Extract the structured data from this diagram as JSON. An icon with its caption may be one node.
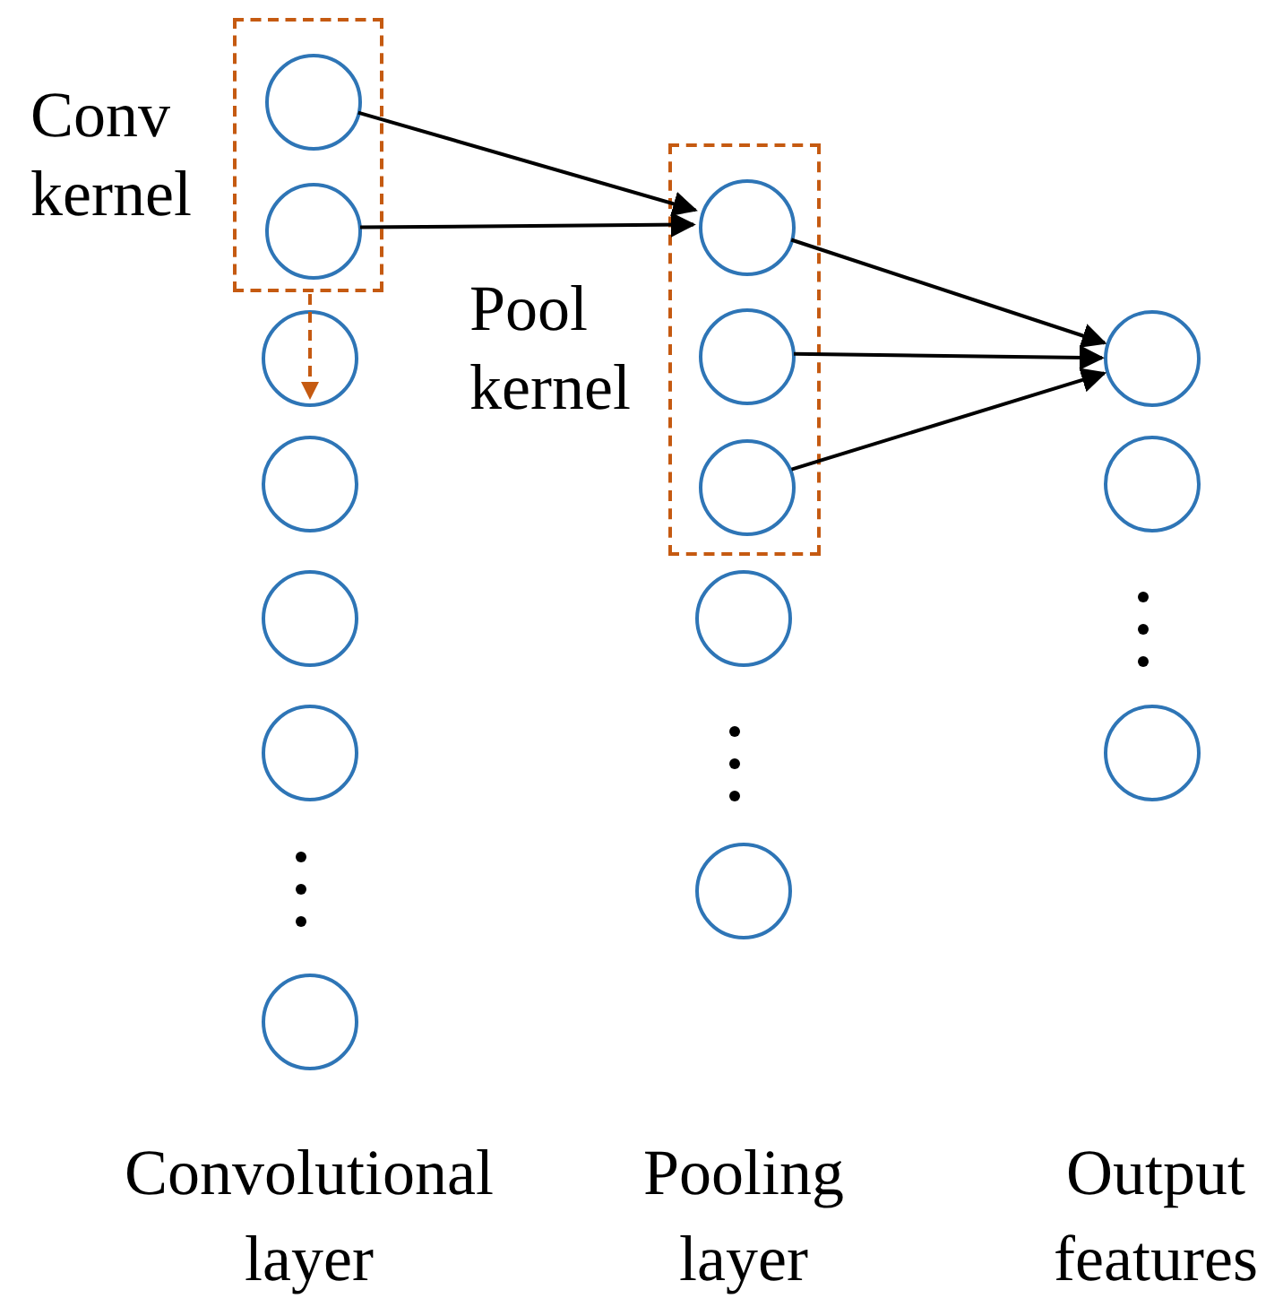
{
  "diagram": {
    "nodes": [
      {
        "text": [
          "Conv kernel"
        ]
      },
      {
        "text": [],
        "shape": "circle",
        "in": 0
      },
      {
        "text": [],
        "shape": "circle",
        "in": 0
      },
      {
        "text": [],
        "shape": "circle"
      },
      {
        "text": [],
        "shape": "circle"
      },
      {
        "text": [],
        "shape": "circle"
      },
      {
        "text": [],
        "shape": "circle"
      },
      {
        "text": [],
        "shape": "circle"
      },
      {
        "text": [
          "Pool kernel"
        ]
      },
      {
        "text": [],
        "shape": "circle",
        "in": 8
      },
      {
        "text": [],
        "shape": "circle",
        "in": 8
      },
      {
        "text": [],
        "shape": "circle",
        "in": 8
      },
      {
        "text": [],
        "shape": "circle"
      },
      {
        "text": [],
        "shape": "circle"
      },
      {
        "text": [],
        "shape": "circle"
      },
      {
        "text": [],
        "shape": "circle"
      },
      {
        "text": [],
        "shape": "circle"
      }
    ],
    "edges": [
      {
        "from": 0,
        "to": 3,
        "arrow": "to",
        "style": "dashed",
        "color": "#c55a11"
      },
      {
        "from": 1,
        "to": 9,
        "arrow": "to"
      },
      {
        "from": 2,
        "to": 9,
        "arrow": "to"
      },
      {
        "from": 9,
        "to": 14,
        "arrow": "to"
      },
      {
        "from": 10,
        "to": 14,
        "arrow": "to"
      },
      {
        "from": 11,
        "to": 14,
        "arrow": "to"
      }
    ],
    "labels": [
      "Convolutional layer",
      "Pooling layer",
      "Output features"
    ]
  }
}
